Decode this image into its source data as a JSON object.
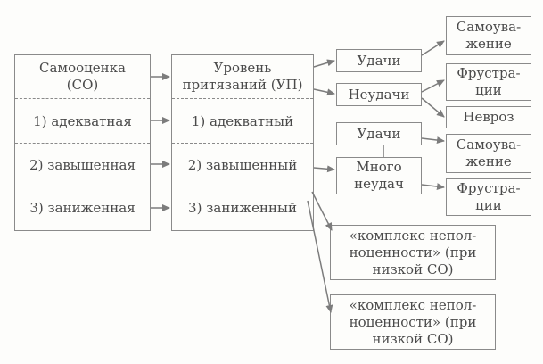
{
  "left_table": {
    "header": "Самооценка\n(СО)",
    "rows": [
      "1) адекватная",
      "2) завышенная",
      "3) заниженная"
    ]
  },
  "middle_table": {
    "header": "Уровень\nпритязаний (УП)",
    "rows": [
      "1) адекватный",
      "2) завышенный",
      "3) заниженный"
    ]
  },
  "outcomes": {
    "success": "Удачи",
    "failure": "Неудачи",
    "success2": "Удачи",
    "many_failures": "Много\nнеудач"
  },
  "results": {
    "self_respect_1": "Самоува-\nжение",
    "frustration_1": "Фрустра-\nции",
    "neurosis": "Невроз",
    "self_respect_2": "Самоува-\nжение",
    "frustration_2": "Фрустра-\nции"
  },
  "complexes": {
    "complex_1": "«комплекс непол-\nноценности» (при\nнизкой СО)",
    "complex_2": "«комплекс непол-\nноценности» (при\nнизкой СО)"
  }
}
